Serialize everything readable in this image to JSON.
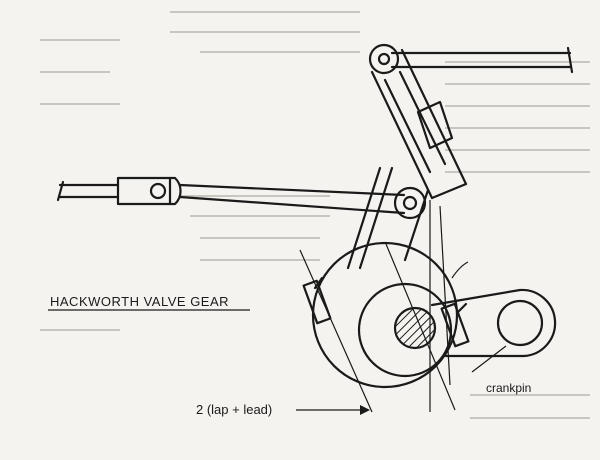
{
  "diagram": {
    "title": "HACKWORTH VALVE GEAR",
    "labels": {
      "crankpin": "crankpin",
      "dimension": "2 (lap + lead)"
    }
  },
  "colors": {
    "paper": "#f4f3ef",
    "ink": "#1a1a1a",
    "show_through": "#b9b7b0",
    "hatch": "#1a1a1a"
  }
}
